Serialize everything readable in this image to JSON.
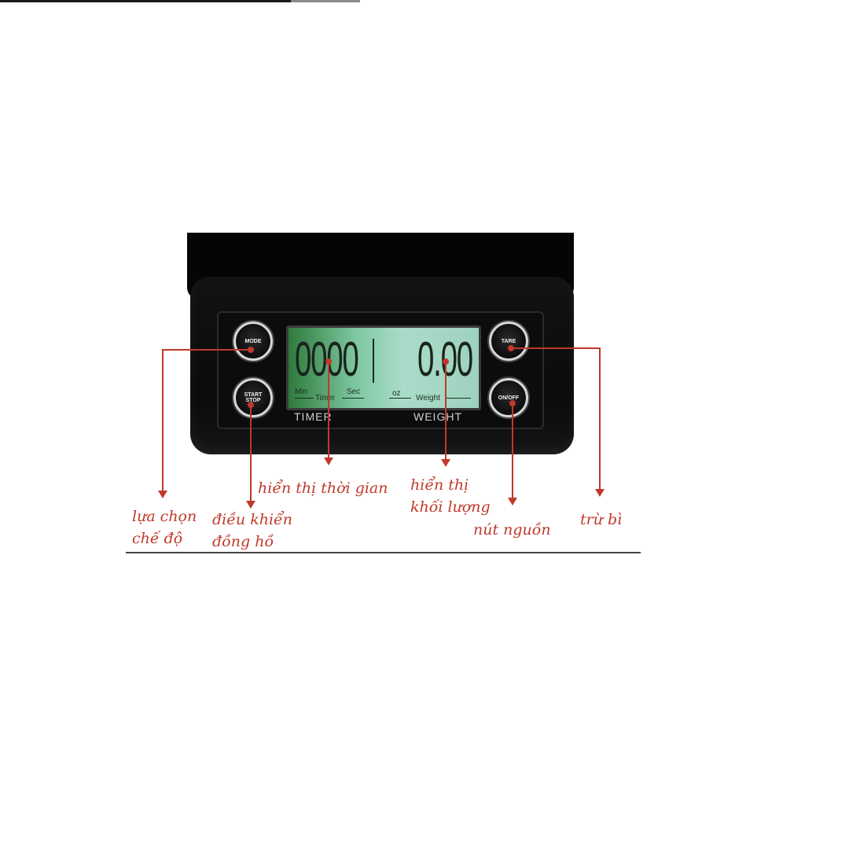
{
  "scale": {
    "buttons": {
      "mode": "MODE",
      "start_stop_line1": "START",
      "start_stop_line2": "STOP",
      "tare": "TARE",
      "on_off": "ON/OFF"
    },
    "display": {
      "timer_digits": "0000",
      "timer_units": [
        "Min",
        "Timer",
        "Sec"
      ],
      "weight_digits": "0.00",
      "weight_units": [
        "oz",
        "Weight"
      ]
    },
    "panel_labels": {
      "timer": "TIMER",
      "weight": "WEIGHT"
    }
  },
  "annotations": {
    "mode_line1": "lựa chọn",
    "mode_line2": "chế độ",
    "start_stop_line1": "điều khiển",
    "start_stop_line2": "đồng hồ",
    "timer": "hiển thị thời gian",
    "weight_line1": "hiển thị",
    "weight_line2": "khối lượng",
    "on_off": "nút nguồn",
    "tare": "trừ bì"
  },
  "colors": {
    "annotation": "#c0392b",
    "lcd": "#a9dcc9"
  }
}
